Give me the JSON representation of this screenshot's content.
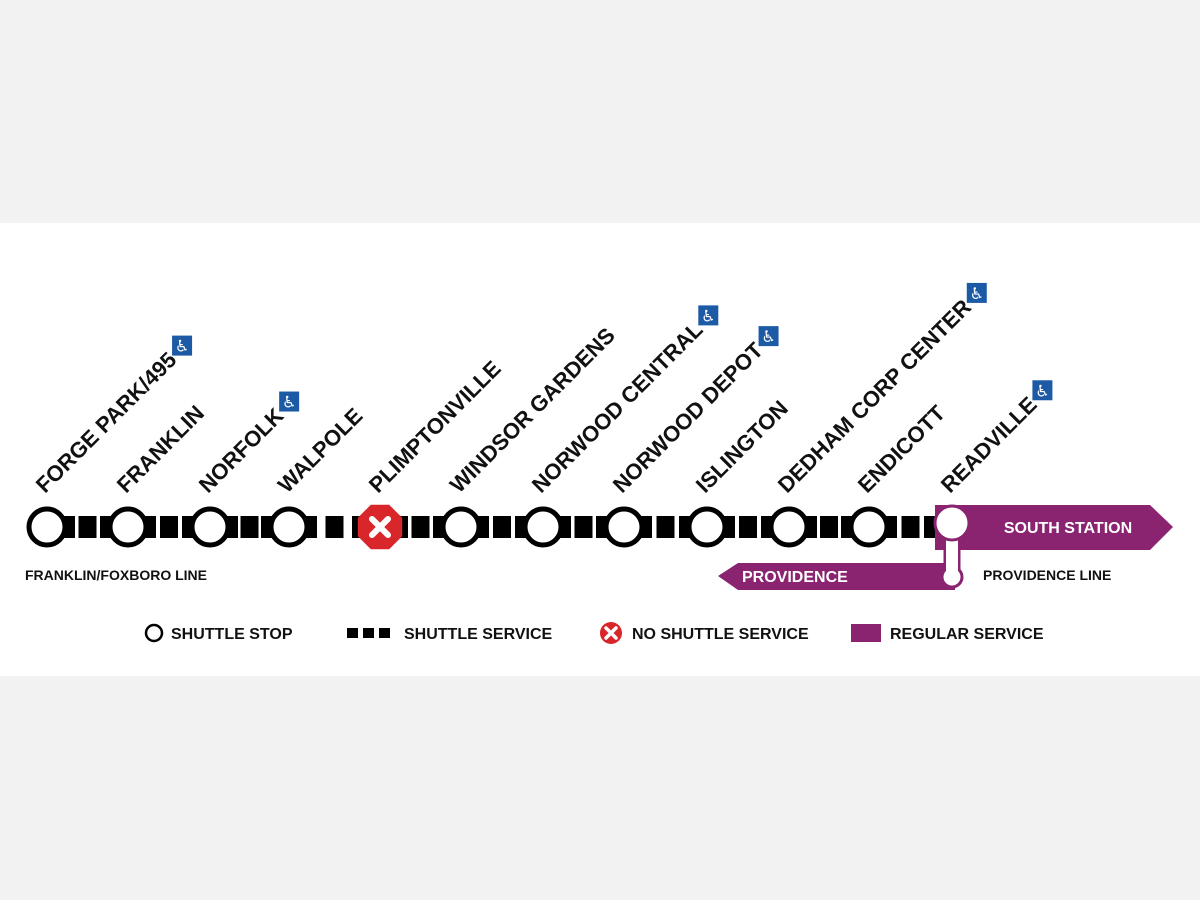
{
  "colors": {
    "purple": "#8b2470",
    "red": "#d9262b",
    "accessible_blue": "#1d5aa6",
    "black": "#000000"
  },
  "stations": [
    {
      "name": "FORGE PARK/495",
      "accessible": true,
      "status": "shuttle"
    },
    {
      "name": "FRANKLIN",
      "accessible": false,
      "status": "shuttle"
    },
    {
      "name": "NORFOLK",
      "accessible": true,
      "status": "shuttle"
    },
    {
      "name": "WALPOLE",
      "accessible": false,
      "status": "shuttle"
    },
    {
      "name": "PLIMPTONVILLE",
      "accessible": false,
      "status": "no-service"
    },
    {
      "name": "WINDSOR GARDENS",
      "accessible": false,
      "status": "shuttle"
    },
    {
      "name": "NORWOOD CENTRAL",
      "accessible": true,
      "status": "shuttle"
    },
    {
      "name": "NORWOOD DEPOT",
      "accessible": true,
      "status": "shuttle"
    },
    {
      "name": "ISLINGTON",
      "accessible": false,
      "status": "shuttle"
    },
    {
      "name": "DEDHAM CORP CENTER",
      "accessible": true,
      "status": "shuttle"
    },
    {
      "name": "ENDICOTT",
      "accessible": false,
      "status": "shuttle"
    },
    {
      "name": "READVILLE",
      "accessible": true,
      "status": "regular"
    }
  ],
  "lines": {
    "franklin": "FRANKLIN/FOXBORO LINE",
    "providence": "PROVIDENCE LINE",
    "to_south_station": "SOUTH STATION",
    "to_providence": "PROVIDENCE"
  },
  "legend": {
    "shuttle_stop": "SHUTTLE STOP",
    "shuttle_service": "SHUTTLE SERVICE",
    "no_shuttle_service": "NO SHUTTLE SERVICE",
    "regular_service": "REGULAR SERVICE"
  }
}
